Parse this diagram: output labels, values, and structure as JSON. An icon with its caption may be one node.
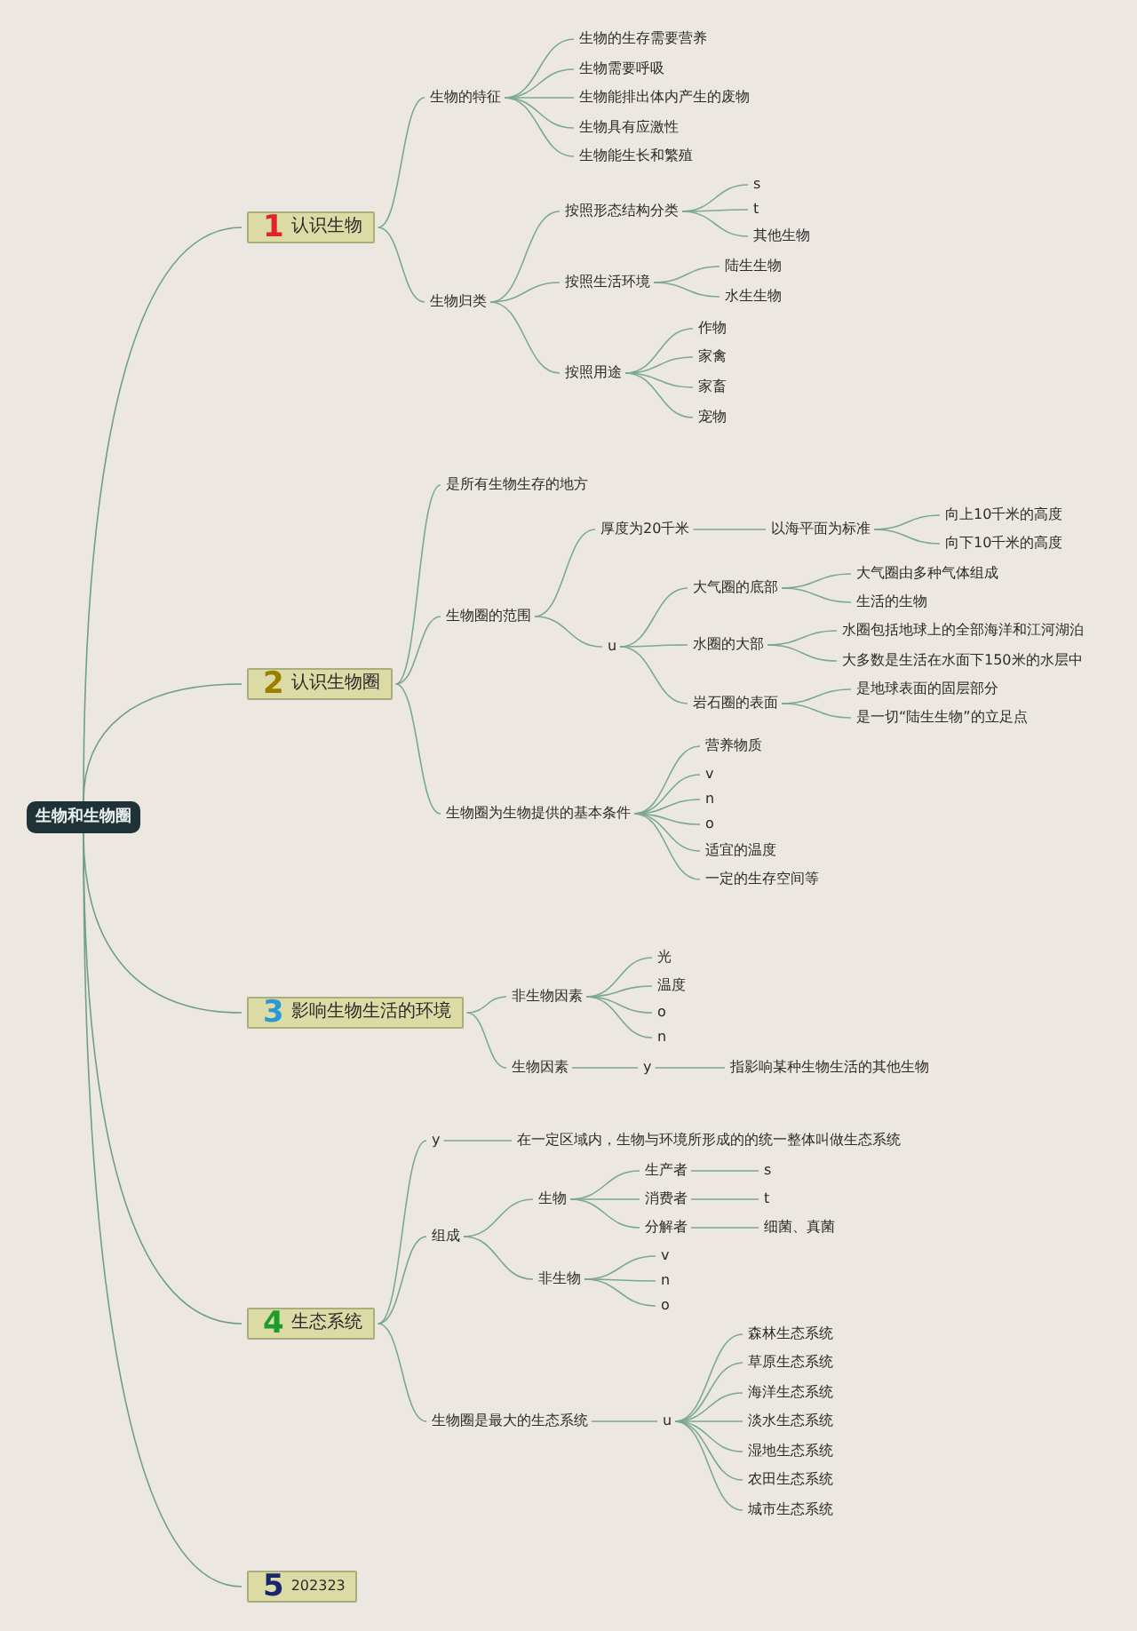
{
  "diagram": {
    "nodes": [
      {
        "text": [
          "生物和生物圈"
        ]
      },
      {
        "text": [
          "1",
          "认识生物"
        ]
      },
      {
        "text": [
          "生物的特征"
        ]
      },
      {
        "text": [
          "生物的生存需要营养"
        ]
      },
      {
        "text": [
          "生物需要呼吸"
        ]
      },
      {
        "text": [
          "生物能排出体内产生的废物"
        ]
      },
      {
        "text": [
          "生物具有应激性"
        ]
      },
      {
        "text": [
          "生物能生长和繁殖"
        ]
      },
      {
        "text": [
          "生物归类"
        ]
      },
      {
        "text": [
          "按照形态结构分类"
        ]
      },
      {
        "text": [
          "s"
        ]
      },
      {
        "text": [
          "t"
        ]
      },
      {
        "text": [
          "其他生物"
        ]
      },
      {
        "text": [
          "按照生活环境"
        ]
      },
      {
        "text": [
          "陆生生物"
        ]
      },
      {
        "text": [
          "水生生物"
        ]
      },
      {
        "text": [
          "按照用途"
        ]
      },
      {
        "text": [
          "作物"
        ]
      },
      {
        "text": [
          "家禽"
        ]
      },
      {
        "text": [
          "家畜"
        ]
      },
      {
        "text": [
          "宠物"
        ]
      },
      {
        "text": [
          "2",
          "认识生物圈"
        ]
      },
      {
        "text": [
          "是所有生物生存的地方"
        ]
      },
      {
        "text": [
          "生物圈的范围"
        ]
      },
      {
        "text": [
          "厚度为20千米"
        ]
      },
      {
        "text": [
          "以海平面为标准"
        ]
      },
      {
        "text": [
          "向上10千米的高度"
        ]
      },
      {
        "text": [
          "向下10千米的高度"
        ]
      },
      {
        "text": [
          "u"
        ]
      },
      {
        "text": [
          "大气圈的底部"
        ]
      },
      {
        "text": [
          "大气圈由多种气体组成"
        ]
      },
      {
        "text": [
          "生活的生物"
        ]
      },
      {
        "text": [
          "水圈的大部"
        ]
      },
      {
        "text": [
          "水圈包括地球上的全部海洋和江河湖泊"
        ]
      },
      {
        "text": [
          "大多数是生活在水面下150米的水层中"
        ]
      },
      {
        "text": [
          "岩石圈的表面"
        ]
      },
      {
        "text": [
          "是地球表面的固层部分"
        ]
      },
      {
        "text": [
          "是一切“陆生生物”的立足点"
        ]
      },
      {
        "text": [
          "生物圈为生物提供的基本条件"
        ]
      },
      {
        "text": [
          "营养物质"
        ]
      },
      {
        "text": [
          "v"
        ]
      },
      {
        "text": [
          "n"
        ]
      },
      {
        "text": [
          "o"
        ]
      },
      {
        "text": [
          "适宜的温度"
        ]
      },
      {
        "text": [
          "一定的生存空间等"
        ]
      },
      {
        "text": [
          "3",
          "影响生物生活的环境"
        ]
      },
      {
        "text": [
          "非生物因素"
        ]
      },
      {
        "text": [
          "光"
        ]
      },
      {
        "text": [
          "温度"
        ]
      },
      {
        "text": [
          "o"
        ]
      },
      {
        "text": [
          "n"
        ]
      },
      {
        "text": [
          "生物因素"
        ]
      },
      {
        "text": [
          "y"
        ]
      },
      {
        "text": [
          "指影响某种生物生活的其他生物"
        ]
      },
      {
        "text": [
          "4",
          "生态系统"
        ]
      },
      {
        "text": [
          "y"
        ]
      },
      {
        "text": [
          "在一定区域内，生物与环境所形成的的统一整体叫做生态系统"
        ]
      },
      {
        "text": [
          "组成"
        ]
      },
      {
        "text": [
          "生物"
        ]
      },
      {
        "text": [
          "生产者"
        ]
      },
      {
        "text": [
          "s"
        ]
      },
      {
        "text": [
          "消费者"
        ]
      },
      {
        "text": [
          "t"
        ]
      },
      {
        "text": [
          "分解者"
        ]
      },
      {
        "text": [
          "细菌、真菌"
        ]
      },
      {
        "text": [
          "非生物"
        ]
      },
      {
        "text": [
          "v"
        ]
      },
      {
        "text": [
          "n"
        ]
      },
      {
        "text": [
          "o"
        ]
      },
      {
        "text": [
          "生物圈是最大的生态系统"
        ]
      },
      {
        "text": [
          "u"
        ]
      },
      {
        "text": [
          "森林生态系统"
        ]
      },
      {
        "text": [
          "草原生态系统"
        ]
      },
      {
        "text": [
          "海洋生态系统"
        ]
      },
      {
        "text": [
          "淡水生态系统"
        ]
      },
      {
        "text": [
          "湿地生态系统"
        ]
      },
      {
        "text": [
          "农田生态系统"
        ]
      },
      {
        "text": [
          "城市生态系统"
        ]
      },
      {
        "text": [
          "5",
          "202323"
        ]
      }
    ],
    "edges": [
      {
        "from": 0,
        "to": 1,
        "arrow": "none"
      },
      {
        "from": 0,
        "to": 21,
        "arrow": "none"
      },
      {
        "from": 0,
        "to": 45,
        "arrow": "none"
      },
      {
        "from": 0,
        "to": 54,
        "arrow": "none"
      },
      {
        "from": 0,
        "to": 78,
        "arrow": "none"
      },
      {
        "from": 1,
        "to": 2,
        "arrow": "none"
      },
      {
        "from": 1,
        "to": 8,
        "arrow": "none"
      },
      {
        "from": 2,
        "to": 3,
        "arrow": "none"
      },
      {
        "from": 2,
        "to": 4,
        "arrow": "none"
      },
      {
        "from": 2,
        "to": 5,
        "arrow": "none"
      },
      {
        "from": 2,
        "to": 6,
        "arrow": "none"
      },
      {
        "from": 2,
        "to": 7,
        "arrow": "none"
      },
      {
        "from": 8,
        "to": 9,
        "arrow": "none"
      },
      {
        "from": 8,
        "to": 13,
        "arrow": "none"
      },
      {
        "from": 8,
        "to": 16,
        "arrow": "none"
      },
      {
        "from": 9,
        "to": 10,
        "arrow": "none"
      },
      {
        "from": 9,
        "to": 11,
        "arrow": "none"
      },
      {
        "from": 9,
        "to": 12,
        "arrow": "none"
      },
      {
        "from": 13,
        "to": 14,
        "arrow": "none"
      },
      {
        "from": 13,
        "to": 15,
        "arrow": "none"
      },
      {
        "from": 16,
        "to": 17,
        "arrow": "none"
      },
      {
        "from": 16,
        "to": 18,
        "arrow": "none"
      },
      {
        "from": 16,
        "to": 19,
        "arrow": "none"
      },
      {
        "from": 16,
        "to": 20,
        "arrow": "none"
      },
      {
        "from": 21,
        "to": 22,
        "arrow": "none"
      },
      {
        "from": 21,
        "to": 23,
        "arrow": "none"
      },
      {
        "from": 21,
        "to": 38,
        "arrow": "none"
      },
      {
        "from": 23,
        "to": 24,
        "arrow": "none"
      },
      {
        "from": 23,
        "to": 28,
        "arrow": "none"
      },
      {
        "from": 24,
        "to": 25,
        "arrow": "none"
      },
      {
        "from": 25,
        "to": 26,
        "arrow": "none"
      },
      {
        "from": 25,
        "to": 27,
        "arrow": "none"
      },
      {
        "from": 28,
        "to": 29,
        "arrow": "none"
      },
      {
        "from": 28,
        "to": 32,
        "arrow": "none"
      },
      {
        "from": 28,
        "to": 35,
        "arrow": "none"
      },
      {
        "from": 29,
        "to": 30,
        "arrow": "none"
      },
      {
        "from": 29,
        "to": 31,
        "arrow": "none"
      },
      {
        "from": 32,
        "to": 33,
        "arrow": "none"
      },
      {
        "from": 32,
        "to": 34,
        "arrow": "none"
      },
      {
        "from": 35,
        "to": 36,
        "arrow": "none"
      },
      {
        "from": 35,
        "to": 37,
        "arrow": "none"
      },
      {
        "from": 38,
        "to": 39,
        "arrow": "none"
      },
      {
        "from": 38,
        "to": 40,
        "arrow": "none"
      },
      {
        "from": 38,
        "to": 41,
        "arrow": "none"
      },
      {
        "from": 38,
        "to": 42,
        "arrow": "none"
      },
      {
        "from": 38,
        "to": 43,
        "arrow": "none"
      },
      {
        "from": 38,
        "to": 44,
        "arrow": "none"
      },
      {
        "from": 45,
        "to": 46,
        "arrow": "none"
      },
      {
        "from": 45,
        "to": 51,
        "arrow": "none"
      },
      {
        "from": 46,
        "to": 47,
        "arrow": "none"
      },
      {
        "from": 46,
        "to": 48,
        "arrow": "none"
      },
      {
        "from": 46,
        "to": 49,
        "arrow": "none"
      },
      {
        "from": 46,
        "to": 50,
        "arrow": "none"
      },
      {
        "from": 51,
        "to": 52,
        "arrow": "none"
      },
      {
        "from": 52,
        "to": 53,
        "arrow": "none"
      },
      {
        "from": 54,
        "to": 55,
        "arrow": "none"
      },
      {
        "from": 54,
        "to": 57,
        "arrow": "none"
      },
      {
        "from": 54,
        "to": 69,
        "arrow": "none"
      },
      {
        "from": 55,
        "to": 56,
        "arrow": "none"
      },
      {
        "from": 57,
        "to": 58,
        "arrow": "none"
      },
      {
        "from": 57,
        "to": 65,
        "arrow": "none"
      },
      {
        "from": 58,
        "to": 59,
        "arrow": "none"
      },
      {
        "from": 58,
        "to": 61,
        "arrow": "none"
      },
      {
        "from": 58,
        "to": 63,
        "arrow": "none"
      },
      {
        "from": 59,
        "to": 60,
        "arrow": "none"
      },
      {
        "from": 61,
        "to": 62,
        "arrow": "none"
      },
      {
        "from": 63,
        "to": 64,
        "arrow": "none"
      },
      {
        "from": 65,
        "to": 66,
        "arrow": "none"
      },
      {
        "from": 65,
        "to": 67,
        "arrow": "none"
      },
      {
        "from": 65,
        "to": 68,
        "arrow": "none"
      },
      {
        "from": 69,
        "to": 70,
        "arrow": "none"
      },
      {
        "from": 70,
        "to": 71,
        "arrow": "none"
      },
      {
        "from": 70,
        "to": 72,
        "arrow": "none"
      },
      {
        "from": 70,
        "to": 73,
        "arrow": "none"
      },
      {
        "from": 70,
        "to": 74,
        "arrow": "none"
      },
      {
        "from": 70,
        "to": 75,
        "arrow": "none"
      },
      {
        "from": 70,
        "to": 76,
        "arrow": "none"
      },
      {
        "from": 70,
        "to": 77,
        "arrow": "none"
      }
    ]
  }
}
